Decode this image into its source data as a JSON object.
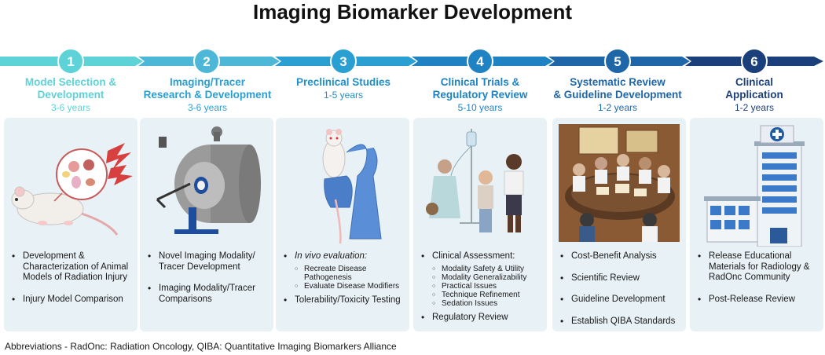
{
  "title": "Imaging Biomarker Development",
  "stages": [
    {
      "number": "1",
      "title_line1": "Model Selection &",
      "title_line2": "Development",
      "years": "3-6 years",
      "color": "#5dd3d8",
      "bullets": [
        "Development & Characterization of Animal Models of Radiation Injury",
        "Injury Model Comparison"
      ]
    },
    {
      "number": "2",
      "title_line1": "Imaging/Tracer",
      "title_line2": "Research & Development",
      "years": "3-6 years",
      "color": "#4cb7d6",
      "bullets": [
        "Novel Imaging Modality/ Tracer Development",
        "Imaging Modality/Tracer Comparisons"
      ]
    },
    {
      "number": "3",
      "title_line1": "Preclinical Studies",
      "title_line2": "",
      "years": "1-5 years",
      "color": "#2a9fd2",
      "bullets": [
        "In vivo evaluation:",
        "Tolerability/Toxicity Testing"
      ],
      "sub_bullets": [
        "Recreate Disease Pathogenesis",
        "Evaluate Disease Modifiers"
      ]
    },
    {
      "number": "4",
      "title_line1": "Clinical Trials &",
      "title_line2": "Regulatory Review",
      "years": "5-10 years",
      "color": "#1f82c2",
      "bullets": [
        "Clinical Assessment:",
        "Regulatory Review"
      ],
      "sub_bullets": [
        "Modality Safety & Utility",
        "Modality Generalizability",
        "Practical Issues",
        "Technique Refinement",
        "Sedation Issues"
      ]
    },
    {
      "number": "5",
      "title_line1": "Systematic Review",
      "title_line2": "& Guideline Development",
      "years": "1-2 years",
      "color": "#1e66a8",
      "bullets": [
        "Cost-Benefit Analysis",
        "Scientific Review",
        "Guideline Development",
        "Establish QIBA Standards"
      ]
    },
    {
      "number": "6",
      "title_line1": "Clinical",
      "title_line2": "Application",
      "years": "1-2 years",
      "color": "#1b3f7a",
      "bullets": [
        "Release Educational Materials for Radiology & RadOnc Community",
        "Post-Release Review"
      ]
    }
  ],
  "footer": "Abbreviations - RadOnc: Radiation Oncology, QIBA: Quantitative Imaging Biomarkers Alliance",
  "icons": [
    "rat-organs-icon",
    "imaging-scanner-icon",
    "lab-mouse-hand-icon",
    "patients-iv-icon",
    "meeting-table-icon",
    "hospital-icon"
  ]
}
